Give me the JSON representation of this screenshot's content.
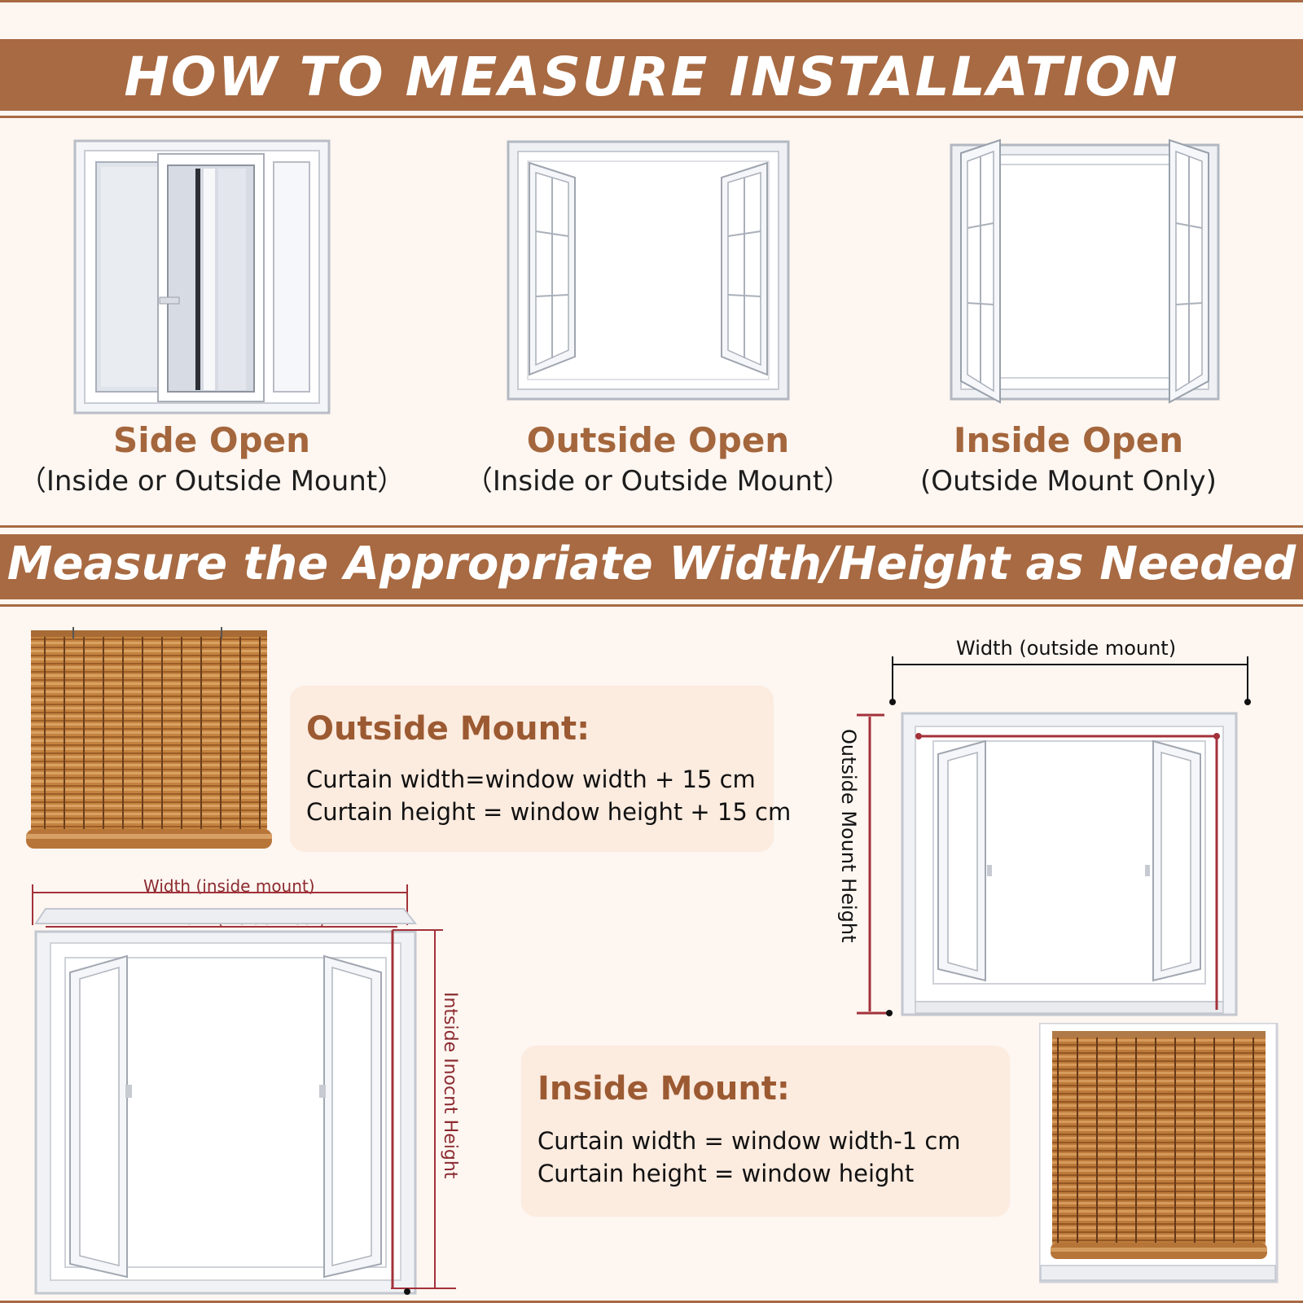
{
  "header": {
    "title": "HOW TO MEASURE INSTALLATION"
  },
  "window_types": [
    {
      "title": "Side Open",
      "subtitle": "（Inside or Outside Mount）"
    },
    {
      "title": "Outside Open",
      "subtitle": "（Inside or Outside Mount）"
    },
    {
      "title": "Inside Open",
      "subtitle": "(Outside Mount Only)"
    }
  ],
  "section2": {
    "title": "Measure the Appropriate Width/Height as Needed"
  },
  "outside_mount": {
    "heading": "Outside Mount:",
    "line1": "Curtain width=window width + 15 cm",
    "line2": "Curtain height = window height + 15 cm",
    "width_label": "Width (outside mount)",
    "height_label": "Outside Mount Height"
  },
  "inside_mount": {
    "heading": "Inside Mount:",
    "line1": "Curtain width = window width-1 cm",
    "line2": "Curtain height = window height",
    "width_label_1": "Width (inside mount)",
    "width_label_2": "Width (inside mout)",
    "height_label": "Intside Inocnt Height"
  },
  "colors": {
    "brand": "#a86a42",
    "accent_text": "#a4663c",
    "card": "#fcebdf",
    "dimension_red": "#a3313a",
    "bamboo": "#b8783c"
  }
}
